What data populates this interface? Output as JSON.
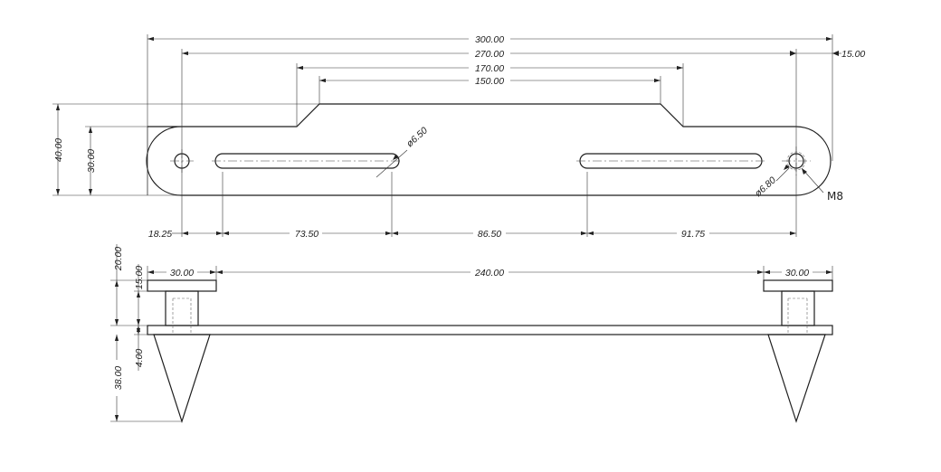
{
  "top_view": {
    "dims": {
      "total_length": "300.00",
      "hole_center_span": "270.00",
      "top_edge_span": "170.00",
      "top_flat_span": "150.00",
      "end_offset": "15.00",
      "height_outer": "40.00",
      "height_inner": "30.00",
      "slot_start": "18.25",
      "slot1_length": "73.50",
      "slot_gap": "86.50",
      "slot2_to_hole": "91.75",
      "slot_width": "ø6.50",
      "hole_diameter": "ø6.80"
    },
    "thread_label": "M8"
  },
  "side_view": {
    "dims": {
      "left_flange": "30.00",
      "flange_gap": "240.00",
      "right_flange": "30.00",
      "post_height": "20.00",
      "flange_height": "15.00",
      "bar_thickness": "4.00",
      "spike_height": "38.00"
    }
  }
}
